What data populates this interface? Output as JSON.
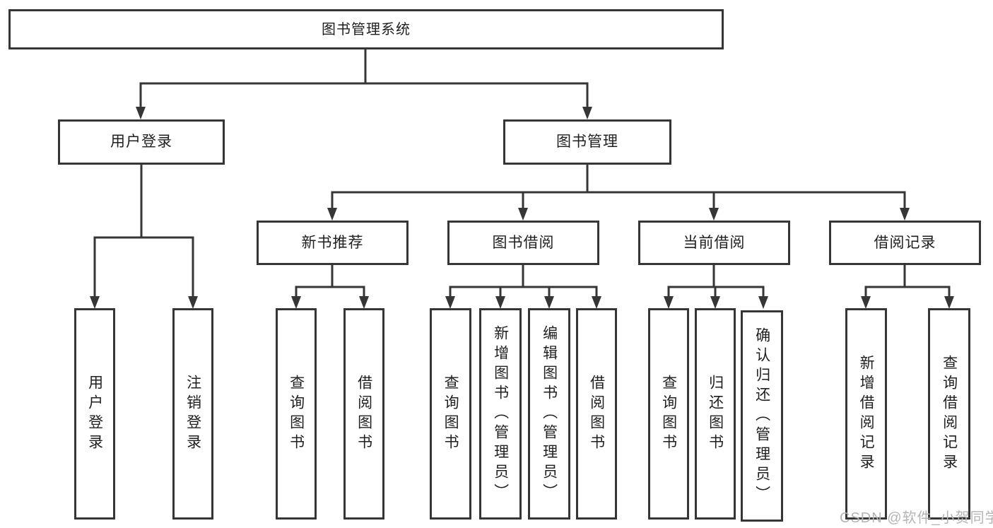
{
  "tree": {
    "label": "图书管理系统",
    "children": [
      {
        "label": "用户登录",
        "children": [
          {
            "label": "用户登录"
          },
          {
            "label": "注销登录"
          }
        ]
      },
      {
        "label": "图书管理",
        "children": [
          {
            "label": "新书推荐",
            "children": [
              {
                "label": "查询图书"
              },
              {
                "label": "借阅图书"
              }
            ]
          },
          {
            "label": "图书借阅",
            "children": [
              {
                "label": "查询图书"
              },
              {
                "label": "新增图书（管理员）"
              },
              {
                "label": "编辑图书（管理员）"
              },
              {
                "label": "借阅图书"
              }
            ]
          },
          {
            "label": "当前借阅",
            "children": [
              {
                "label": "查询图书"
              },
              {
                "label": "归还图书"
              },
              {
                "label": "确认归还（管理员）"
              }
            ]
          },
          {
            "label": "借阅记录",
            "children": [
              {
                "label": "新增借阅记录"
              },
              {
                "label": "查询借阅记录"
              }
            ]
          }
        ]
      }
    ]
  },
  "watermark": {
    "text": "CSDN @软件_小贺同学"
  },
  "colors": {
    "line": "#363636",
    "box_border": "#363636",
    "text": "#1f1f1f",
    "watermark": "#b4b4b4",
    "background": "#ffffff"
  }
}
